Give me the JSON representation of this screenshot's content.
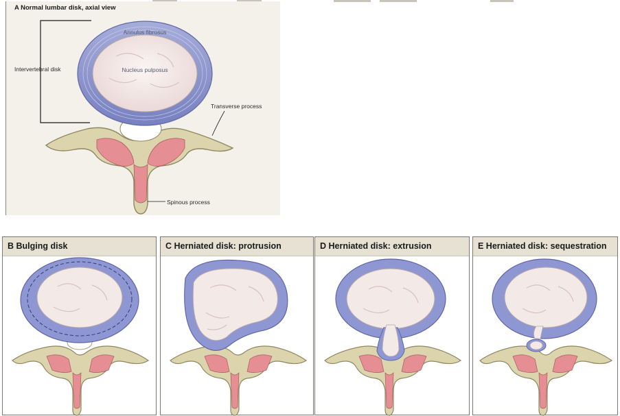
{
  "panel_a": {
    "title": "A  Normal lumbar disk, axial view",
    "labels": {
      "annulus": "Annulus fibrosus",
      "nucleus": "Nucleus pulposus",
      "intervertebral": "Intervertebral disk",
      "transverse": "Transverse process",
      "spinous": "Spinous process"
    }
  },
  "panels": [
    {
      "key": "b",
      "title": "B  Bulging disk"
    },
    {
      "key": "c",
      "title": "C  Herniated disk: protrusion"
    },
    {
      "key": "d",
      "title": "D  Herniated disk: extrusion"
    },
    {
      "key": "e",
      "title": "E  Herniated disk: sequestration"
    }
  ],
  "colors": {
    "annulus": "#8f97d2",
    "annulus_dark": "#6b73b8",
    "nucleus": "#f3e9e7",
    "bone": "#dcd4ac",
    "bone_outline": "#8e8660",
    "marrow": "#e58f94",
    "header_bg": "#e6e1d3"
  }
}
